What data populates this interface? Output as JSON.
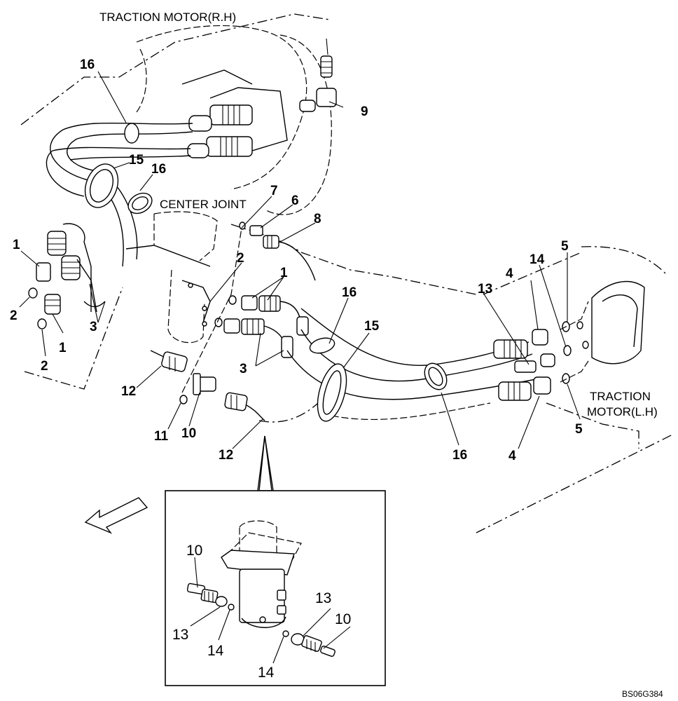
{
  "labels": {
    "traction_motor_rh": "TRACTION MOTOR(R.H)",
    "center_joint": "CENTER JOINT",
    "traction_motor_lh_line1": "TRACTION",
    "traction_motor_lh_line2": "MOTOR(L.H)",
    "figure_code": "BS06G384"
  },
  "callouts": {
    "n1": "1",
    "n2": "2",
    "n3": "3",
    "n4": "4",
    "n5": "5",
    "n6": "6",
    "n7": "7",
    "n8": "8",
    "n9": "9",
    "n10": "10",
    "n11": "11",
    "n12": "12",
    "n13": "13",
    "n14": "14",
    "n15": "15",
    "n16": "16"
  }
}
